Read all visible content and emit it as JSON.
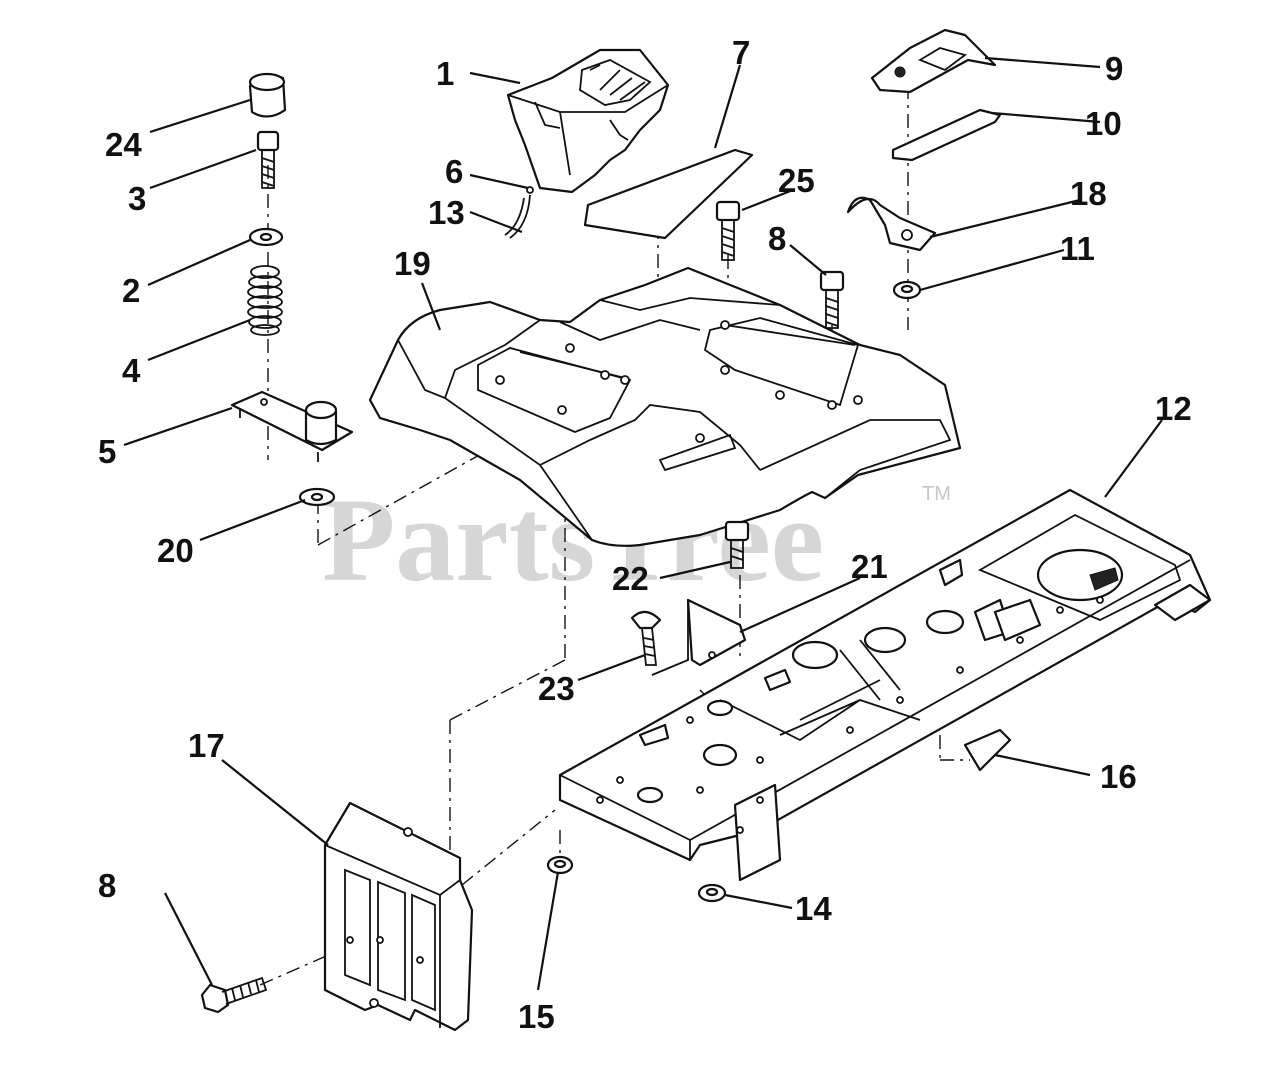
{
  "watermark": {
    "text": "PartsTree",
    "trademark": "TM"
  },
  "callouts": [
    {
      "id": "c1",
      "label": "1"
    },
    {
      "id": "c2",
      "label": "2"
    },
    {
      "id": "c3",
      "label": "3"
    },
    {
      "id": "c4",
      "label": "4"
    },
    {
      "id": "c5",
      "label": "5"
    },
    {
      "id": "c6",
      "label": "6"
    },
    {
      "id": "c7",
      "label": "7"
    },
    {
      "id": "c8a",
      "label": "8"
    },
    {
      "id": "c8b",
      "label": "8"
    },
    {
      "id": "c9",
      "label": "9"
    },
    {
      "id": "c10",
      "label": "10"
    },
    {
      "id": "c11",
      "label": "11"
    },
    {
      "id": "c12",
      "label": "12"
    },
    {
      "id": "c13",
      "label": "13"
    },
    {
      "id": "c14",
      "label": "14"
    },
    {
      "id": "c15",
      "label": "15"
    },
    {
      "id": "c16",
      "label": "16"
    },
    {
      "id": "c17",
      "label": "17"
    },
    {
      "id": "c18",
      "label": "18"
    },
    {
      "id": "c19",
      "label": "19"
    },
    {
      "id": "c20",
      "label": "20"
    },
    {
      "id": "c21",
      "label": "21"
    },
    {
      "id": "c22",
      "label": "22"
    },
    {
      "id": "c23",
      "label": "23"
    },
    {
      "id": "c24",
      "label": "24"
    },
    {
      "id": "c25",
      "label": "25"
    }
  ]
}
